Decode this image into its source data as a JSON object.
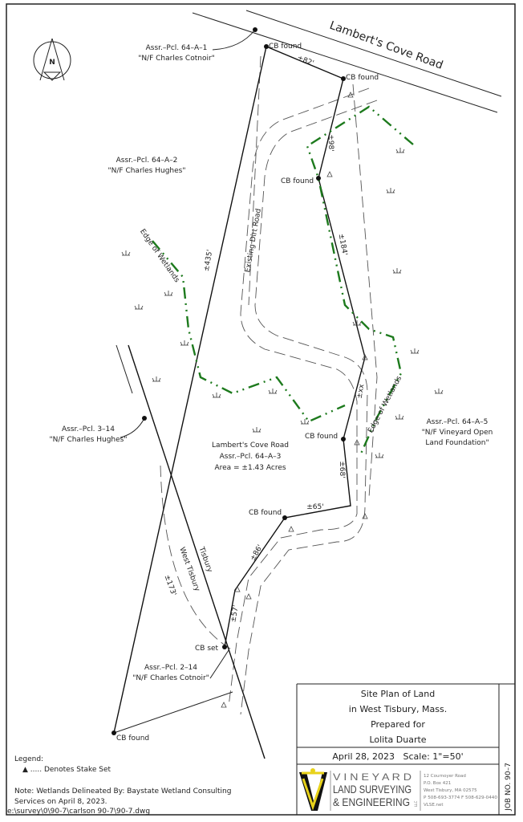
{
  "road": {
    "name": "Lambert's Cove Road"
  },
  "parcels": {
    "p64a1": {
      "line1": "Assr.–Pcl. 64–A–1",
      "line2": "\"N/F Charles Cotnoir\""
    },
    "p64a2": {
      "line1": "Assr.–Pcl. 64–A–2",
      "line2": "\"N/F Charles Hughes\""
    },
    "p314": {
      "line1": "Assr.–Pcl. 3–14",
      "line2": "\"N/F Charles Hughes\""
    },
    "p64a3": {
      "line1": "Lambert's Cove Road",
      "line2": "Assr.–Pcl. 64–A–3",
      "line3": "Area = ±1.43 Acres"
    },
    "p64a5": {
      "line1": "Assr.–Pcl. 64–A–5",
      "line2": "\"N/F Vineyard Open",
      "line3": "Land Foundation\""
    },
    "p214": {
      "line1": "Assr.–Pcl. 2–14",
      "line2": "\"N/F Charles Cotnoir\""
    }
  },
  "markers": {
    "cb_found": "CB found",
    "cb_set": "CB set"
  },
  "dimensions": {
    "d82": "±82'",
    "d98": "±98'",
    "d184": "±184'",
    "d435": "±435'",
    "dxx": "±xx",
    "d68": "±68'",
    "d65": "±65'",
    "d86": "±86'",
    "d57": "±57'",
    "d173": "±173'"
  },
  "features": {
    "wetlands": "Edge of Wetlands",
    "dirt_road": "Existing Dirt Road",
    "town1": "Tisbury",
    "town2": "West Tisbury"
  },
  "north": "N",
  "title_block": {
    "line1": "Site Plan of Land",
    "line2": "in West Tisbury, Mass.",
    "line3": "Prepared for",
    "line4": "Lolita Duarte",
    "date_scale": "April 28, 2023   Scale: 1\"=50'",
    "job": "JOB NO. 90–7"
  },
  "company": {
    "name1": "V I N E Y A R D",
    "name2": "LAND SURVEYING",
    "name3": "& ENGINEERING",
    "llc": "LLC",
    "address": [
      "12 Cournoyer Road",
      "P.O. Box 421",
      "West Tisbury, MA 02575",
      "P 508-693-3774  F 508-629-0440",
      "VLSE.net"
    ]
  },
  "legend": {
    "title": "Legend:",
    "stake": "▲ ..... Denotes Stake Set"
  },
  "note": {
    "line1": "Note: Wetlands Delineated By: Baystate Wetland Consulting",
    "line2": "Services on April 8, 2023."
  },
  "file_path": "e:\\survey\\0\\90-7\\carlson 90-7\\90-7.dwg",
  "colors": {
    "wetlands": "#1d7a1d",
    "logo_yellow": "#e8d21a"
  }
}
